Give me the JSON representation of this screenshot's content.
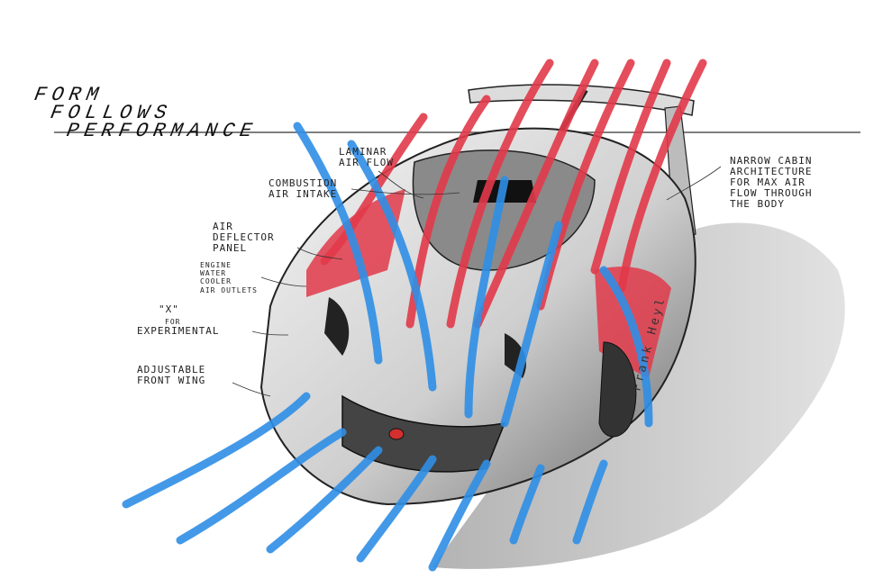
{
  "title": {
    "line1": "Form",
    "line2": "Follows",
    "line3": "Performance"
  },
  "annotations": {
    "laminar": "Laminar\nAir Flow",
    "combustion": "Combustion\nAir Intake",
    "deflector": "Air\nDeflector\npanel",
    "engine_cooler": "Engine\nWater\nCooler",
    "air_outlets": "Air Outlets",
    "x_mark": "\"X\"",
    "x_for": "For",
    "experimental": "Experimental",
    "adjustable": "Adjustable\nFront Wing",
    "narrow_cabin": "Narrow Cabin\nArchitecture\nFor Max Air\nFlow Through\nThe Body"
  },
  "signature": "Frank Heyl",
  "colors": {
    "red_flow": "#e23a4a",
    "blue_flow": "#2f8fe6",
    "ink": "#222222"
  }
}
